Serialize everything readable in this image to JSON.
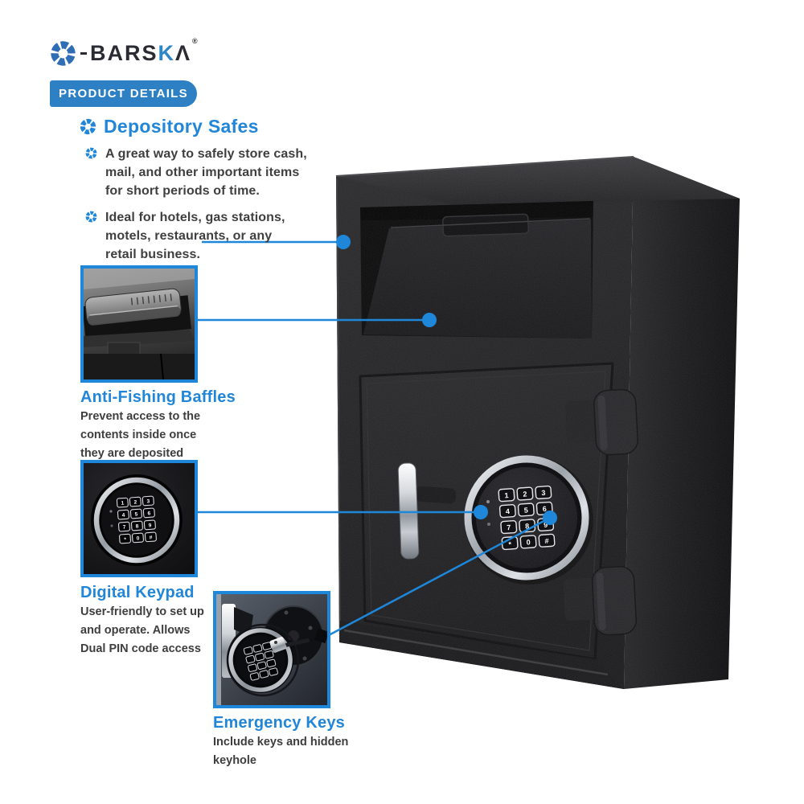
{
  "colors": {
    "accent_blue": "#1e87da",
    "heading_blue": "#2286d8",
    "banner_blue": "#2e80c5",
    "logo_blue": "#2f6db5",
    "logo_dark": "#2b2b33",
    "body_text": "#3f3f3f",
    "callout_border_blue": "#1e87da",
    "safe_body_dark": "#1f1f21",
    "background": "#ffffff"
  },
  "header": {
    "logo": {
      "prefix": "BARS",
      "k": "K",
      "a": "Λ",
      "registered": "®"
    },
    "banner_label": "PRODUCT DETAILS"
  },
  "intro": {
    "heading": "Depository Safes",
    "bullets": [
      "A great way to safely store cash,\nmail, and other important items\nfor short periods of time.",
      "Ideal for hotels, gas stations,\nmotels, restaurants, or any\nretail business."
    ]
  },
  "callouts": {
    "anti_fishing": {
      "title": "Anti-Fishing Baffles",
      "description": "Prevent access to the\ncontents inside once\nthey are deposited"
    },
    "digital_keypad": {
      "title": "Digital Keypad",
      "description": "User-friendly to set up\nand operate. Allows\nDual PIN code access"
    },
    "emergency_keys": {
      "title": "Emergency Keys",
      "description": "Include keys and hidden\nkeyhole"
    }
  },
  "product": {
    "keypad_keys": [
      "1",
      "2",
      "3",
      "4",
      "5",
      "6",
      "7",
      "8",
      "9",
      "*",
      "0",
      "#"
    ]
  }
}
